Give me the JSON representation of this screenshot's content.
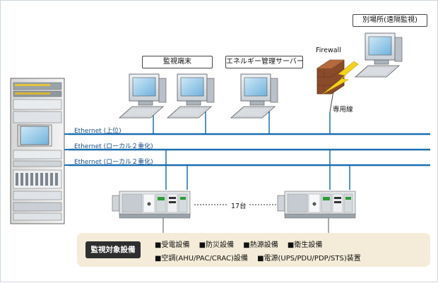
{
  "labels": {
    "monitor_terminal": "監視端末",
    "energy_server": "エネルギー管理サーバー",
    "remote_site": "別場所(遠隔監視)",
    "firewall": "Firewall",
    "dedicated_line": "専用線",
    "plc_count": "17台"
  },
  "networks": [
    {
      "label": "Ethernet (上位)",
      "color": "#1b6fb0"
    },
    {
      "label": "Ethernet (ローカル２重化)",
      "color": "#1b6fb0"
    },
    {
      "label": "Ethernet (ローカル２重化)",
      "color": "#1b6fb0"
    }
  ],
  "panel": {
    "title": "監視対象設備",
    "row1": [
      "受電設備",
      "防災設備",
      "熱源設備",
      "衛生設備"
    ],
    "row2": [
      "空調(AHU/PAC/CRAC)設備",
      "電源(UPS/PDU/PDP/STS)装置"
    ]
  },
  "icons": [
    "server-rack-icon",
    "computer-icon",
    "firewall-icon",
    "plc-icon"
  ]
}
